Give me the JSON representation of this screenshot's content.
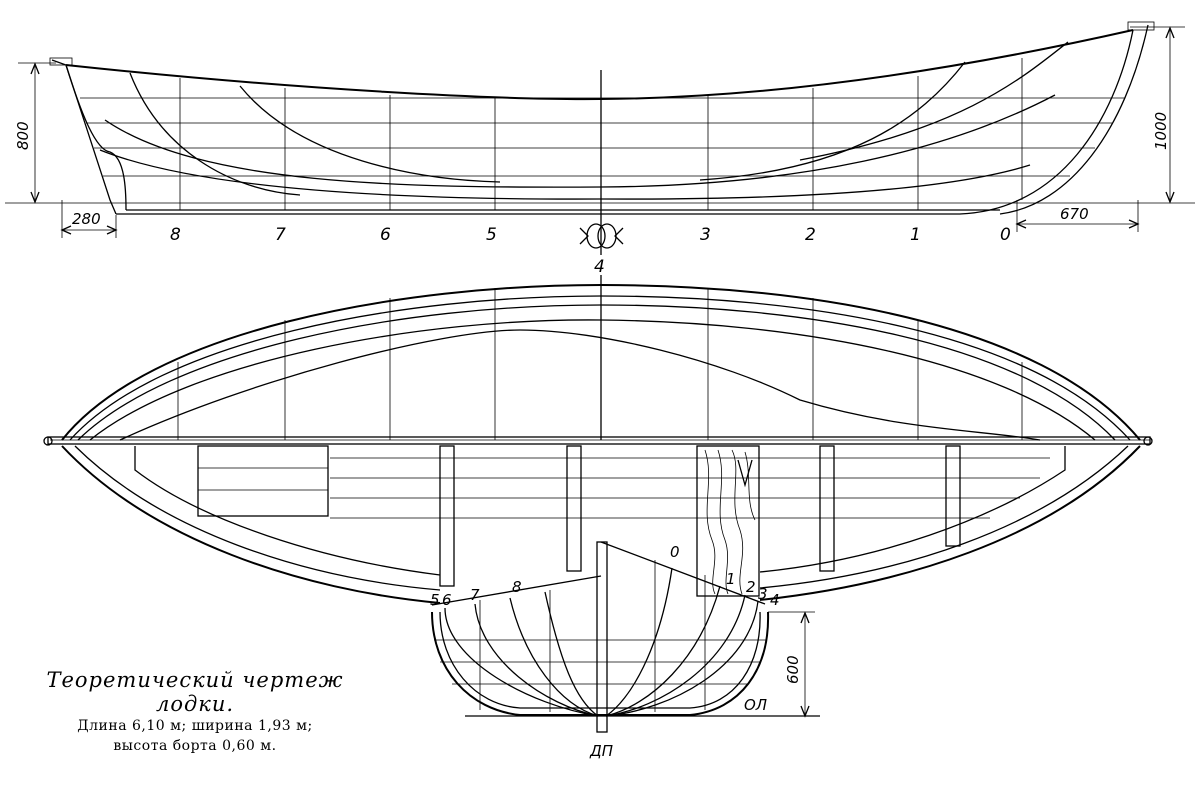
{
  "caption": {
    "title_line1": "Теоретический чертеж",
    "title_line2": "лодки.",
    "spec_line1": "Длина 6,10 м; ширина 1,93 м;",
    "spec_line2": "высота борта 0,60 м."
  },
  "profile_view": {
    "station_labels": [
      "8",
      "7",
      "6",
      "5",
      "4",
      "3",
      "2",
      "1",
      "0"
    ],
    "dim_height_stern": "800",
    "dim_height_bow": "1000",
    "dim_overhang_stern": "280",
    "dim_overhang_bow": "670"
  },
  "body_plan": {
    "left_stations": [
      "5",
      "6",
      "7",
      "8"
    ],
    "right_stations": [
      "0",
      "1",
      "2",
      "3",
      "4"
    ],
    "dim_depth": "600",
    "baseline_label": "ОЛ",
    "centerline_label": "ДП"
  }
}
